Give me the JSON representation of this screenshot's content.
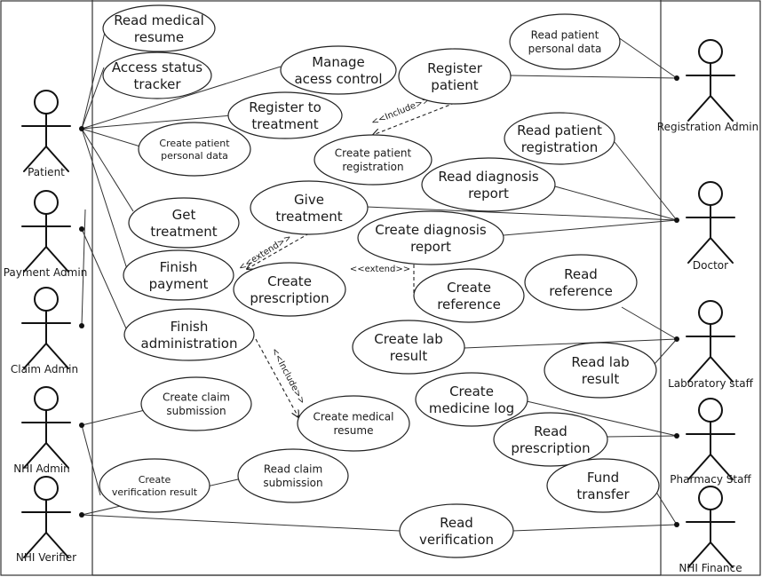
{
  "actors": [
    {
      "id": "patient",
      "label": "Patient"
    },
    {
      "id": "payment-admin",
      "label": "Payment Admin"
    },
    {
      "id": "claim-admin",
      "label": "Claim Admin"
    },
    {
      "id": "nhi-admin",
      "label": "NHI Admin"
    },
    {
      "id": "nhi-verifier",
      "label": "NHI Verifier"
    },
    {
      "id": "registration-admin",
      "label": "Registration Admin"
    },
    {
      "id": "doctor",
      "label": "Doctor"
    },
    {
      "id": "laboratory-staff",
      "label": "Laboratory staff"
    },
    {
      "id": "pharmacy-staff",
      "label": "Pharmacy Staff"
    },
    {
      "id": "nhi-finance",
      "label": "NHI Finance"
    }
  ],
  "use_cases": [
    {
      "id": "read-medical-resume",
      "lines": [
        "Read medical",
        "resume"
      ]
    },
    {
      "id": "access-status-tracker",
      "lines": [
        "Access status",
        "tracker"
      ]
    },
    {
      "id": "manage-access-control",
      "lines": [
        "Manage",
        "acess control"
      ]
    },
    {
      "id": "register-patient",
      "lines": [
        "Register",
        "patient"
      ]
    },
    {
      "id": "read-patient-personal-data",
      "lines": [
        "Read patient",
        "personal data"
      ]
    },
    {
      "id": "register-to-treatment",
      "lines": [
        "Register to",
        "treatment"
      ]
    },
    {
      "id": "create-patient-personal-data",
      "lines": [
        "Create patient",
        "personal data"
      ]
    },
    {
      "id": "create-patient-registration",
      "lines": [
        "Create patient",
        "registration"
      ]
    },
    {
      "id": "read-patient-registration",
      "lines": [
        "Read patient",
        "registration"
      ]
    },
    {
      "id": "read-diagnosis-report",
      "lines": [
        "Read diagnosis",
        "report"
      ]
    },
    {
      "id": "give-treatment",
      "lines": [
        "Give",
        "treatment"
      ]
    },
    {
      "id": "get-treatment",
      "lines": [
        "Get",
        "treatment"
      ]
    },
    {
      "id": "create-diagnosis-report",
      "lines": [
        "Create diagnosis",
        "report"
      ]
    },
    {
      "id": "finish-payment",
      "lines": [
        "Finish",
        "payment"
      ]
    },
    {
      "id": "create-prescription",
      "lines": [
        "Create",
        "prescription"
      ]
    },
    {
      "id": "create-reference",
      "lines": [
        "Create",
        "reference"
      ]
    },
    {
      "id": "read-reference",
      "lines": [
        "Read",
        "reference"
      ]
    },
    {
      "id": "finish-administration",
      "lines": [
        "Finish",
        "administration"
      ]
    },
    {
      "id": "create-lab-result",
      "lines": [
        "Create lab",
        "result"
      ]
    },
    {
      "id": "read-lab-result",
      "lines": [
        "Read lab",
        "result"
      ]
    },
    {
      "id": "create-claim-submission",
      "lines": [
        "Create claim",
        "submission"
      ]
    },
    {
      "id": "create-medical-resume",
      "lines": [
        "Create medical",
        "resume"
      ]
    },
    {
      "id": "create-medicine-log",
      "lines": [
        "Create",
        "medicine log"
      ]
    },
    {
      "id": "read-prescription",
      "lines": [
        "Read",
        "prescription"
      ]
    },
    {
      "id": "fund-transfer",
      "lines": [
        "Fund",
        "transfer"
      ]
    },
    {
      "id": "read-claim-submission",
      "lines": [
        "Read claim",
        "submission"
      ]
    },
    {
      "id": "create-verification-result",
      "lines": [
        "Create",
        "verification result"
      ]
    },
    {
      "id": "read-verification",
      "lines": [
        "Read",
        "verification"
      ]
    }
  ],
  "relations": {
    "include_label": "<<Include>>",
    "extend_label": "<<extend>>"
  }
}
